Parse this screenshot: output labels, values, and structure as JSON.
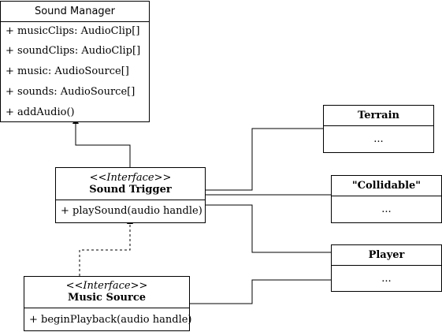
{
  "sound_manager": {
    "title": "Sound Manager",
    "members": [
      "+ musicClips: AudioClip[]",
      "+ soundClips: AudioClip[]",
      "+ music: AudioSource[]",
      "+ sounds: AudioSource[]",
      "+ addAudio()"
    ]
  },
  "sound_trigger": {
    "stereotype": "<<Interface>>",
    "title": "Sound Trigger",
    "members": [
      "+ playSound(audio handle)"
    ]
  },
  "music_source": {
    "stereotype": "<<Interface>>",
    "title": "Music Source",
    "members": [
      "+ beginPlayback(audio handle)"
    ]
  },
  "terrain": {
    "title": "Terrain",
    "body": "..."
  },
  "collidable": {
    "title": "\"Collidable\"",
    "body": "..."
  },
  "player": {
    "title": "Player",
    "body": "..."
  }
}
